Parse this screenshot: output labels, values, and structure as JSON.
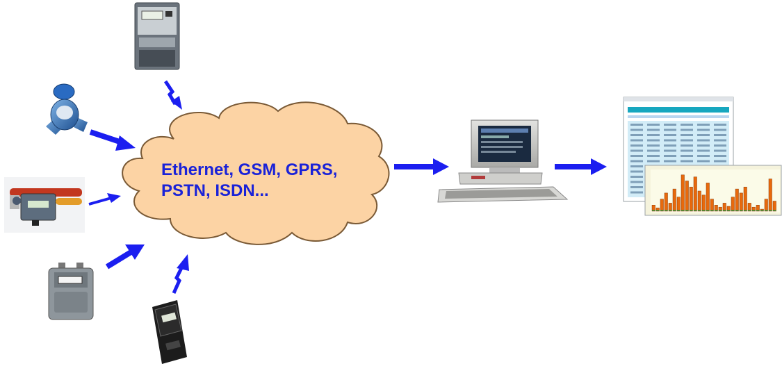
{
  "cloud": {
    "line1": "Ethernet, GSM, GPRS,",
    "line2": "PSTN, ISDN..."
  },
  "colors": {
    "cloud_fill": "#fcd3a4",
    "cloud_stroke": "#7a5a36",
    "text": "#1a22d8",
    "arrow": "#1b1ef0",
    "bar_orange": "#e8690c",
    "sheet_header": "#17a7bf"
  },
  "devices": [
    {
      "name": "electricity-meter-top",
      "icon": "electric-meter-icon"
    },
    {
      "name": "water-meter",
      "icon": "water-meter-icon"
    },
    {
      "name": "heat-meter",
      "icon": "heat-meter-icon"
    },
    {
      "name": "gas-meter",
      "icon": "gas-meter-icon"
    },
    {
      "name": "electricity-meter-bottom",
      "icon": "electric-meter-icon"
    }
  ],
  "chart_bars": [
    0.15,
    0.08,
    0.3,
    0.45,
    0.2,
    0.55,
    0.35,
    0.9,
    0.75,
    0.6,
    0.85,
    0.5,
    0.4,
    0.7,
    0.3,
    0.15,
    0.1,
    0.2,
    0.12,
    0.35,
    0.55,
    0.45,
    0.6,
    0.2,
    0.1,
    0.15,
    0.05,
    0.3,
    0.8,
    0.25
  ]
}
